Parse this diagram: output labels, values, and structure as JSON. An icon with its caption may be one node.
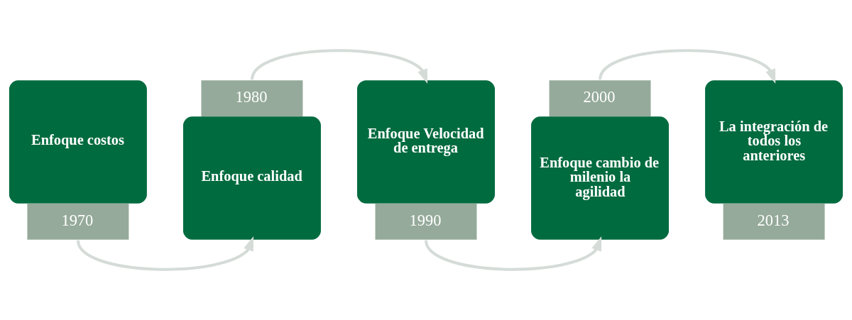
{
  "diagram": {
    "nodes": [
      {
        "text": [
          "Enfoque costos",
          "1970"
        ]
      },
      {
        "text": [
          "1980",
          "Enfoque calidad"
        ]
      },
      {
        "text": [
          "Enfoque Velocidad de entrega",
          "1990"
        ]
      },
      {
        "text": [
          "2000",
          "Enfoque cambio de milenio la agilidad"
        ]
      },
      {
        "text": [
          "La integración de todos los anteriores",
          "2013"
        ]
      }
    ],
    "edges": [
      {
        "from": 0,
        "to": 1,
        "arrow": "to"
      },
      {
        "from": 1,
        "to": 2,
        "arrow": "to"
      },
      {
        "from": 2,
        "to": 3,
        "arrow": "to"
      },
      {
        "from": 3,
        "to": 4,
        "arrow": "to"
      }
    ]
  }
}
